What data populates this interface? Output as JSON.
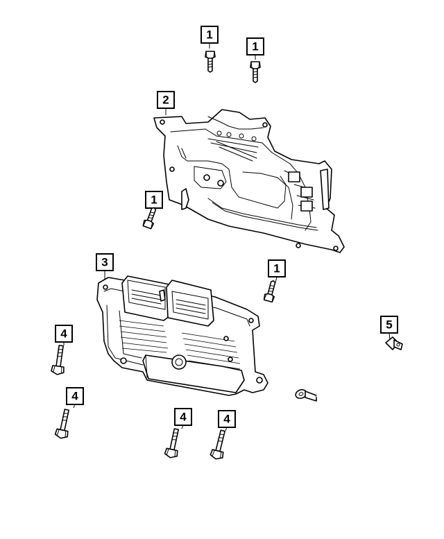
{
  "callouts": [
    {
      "id": "c1",
      "label": "1"
    },
    {
      "id": "c2",
      "label": "1"
    },
    {
      "id": "c3",
      "label": "2"
    },
    {
      "id": "c4",
      "label": "1"
    },
    {
      "id": "c5",
      "label": "3"
    },
    {
      "id": "c6",
      "label": "1"
    },
    {
      "id": "c7",
      "label": "4"
    },
    {
      "id": "c8",
      "label": "5"
    },
    {
      "id": "c9",
      "label": "4"
    },
    {
      "id": "c10",
      "label": "4"
    },
    {
      "id": "c11",
      "label": "4"
    }
  ],
  "parts": {
    "screw": "hex-flange-screw",
    "bracket": "mounting-bracket",
    "module": "control-module",
    "bolt": "hex-flange-bolt",
    "cable": "ground-strap"
  }
}
